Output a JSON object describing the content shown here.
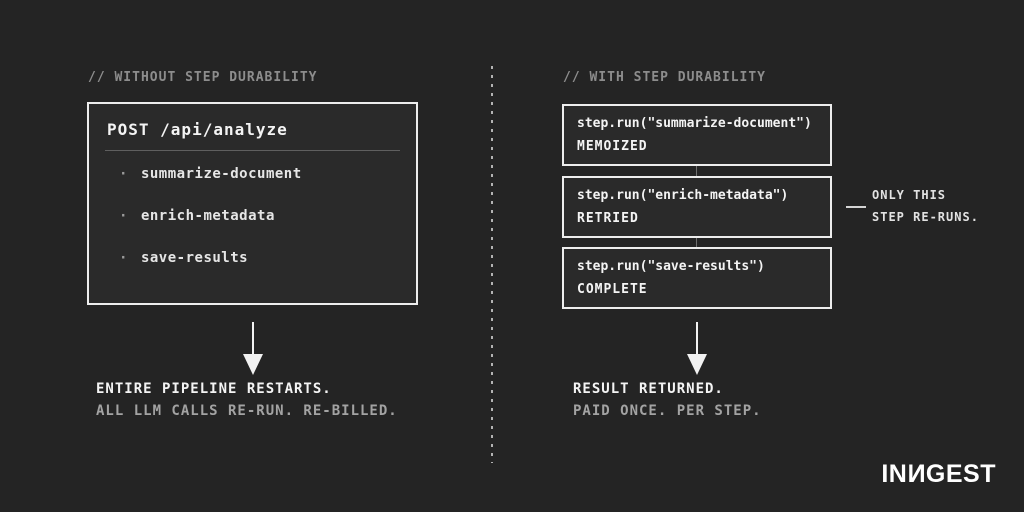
{
  "page": {
    "background": "#242424",
    "border_color": "#ededed",
    "text_bright": "#f4f4f4",
    "text_muted": "#8d8d8d"
  },
  "left": {
    "header": "// WITHOUT STEP DURABILITY",
    "box": {
      "title": "POST /api/analyze",
      "bullet": "·",
      "items": [
        "summarize-document",
        "enrich-metadata",
        "save-results"
      ]
    },
    "result_line1": "ENTIRE PIPELINE RESTARTS.",
    "result_line2": "ALL LLM CALLS RE-RUN. RE-BILLED."
  },
  "right": {
    "header": "// WITH STEP DURABILITY",
    "steps": [
      {
        "code": "step.run(\"summarize-document\")",
        "status": "MEMOIZED"
      },
      {
        "code": "step.run(\"enrich-metadata\")",
        "status": "RETRIED"
      },
      {
        "code": "step.run(\"save-results\")",
        "status": "COMPLETE"
      }
    ],
    "annotation_line1": "ONLY THIS",
    "annotation_line2": "STEP RE-RUNS.",
    "result_line1": "RESULT RETURNED.",
    "result_line2": "PAID ONCE. PER STEP."
  },
  "logo": {
    "part1": "IN",
    "part2": "N",
    "part3": "GEST"
  }
}
